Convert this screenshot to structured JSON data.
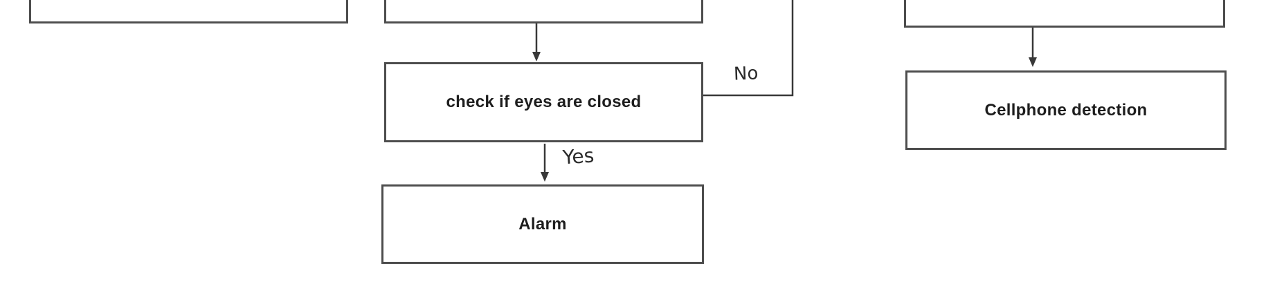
{
  "diagram": {
    "nodes": {
      "check_eyes": {
        "label": "check if eyes are closed"
      },
      "alarm": {
        "label": "Alarm"
      },
      "cellphone": {
        "label": "Cellphone detection"
      }
    },
    "edge_labels": {
      "yes": "Yes",
      "no": "No"
    },
    "colors": {
      "background": "#ffffff",
      "box_fill": "#ffffff",
      "box_border": "#4d4d4d",
      "connector": "#383838",
      "label_text": "#1d1d1d",
      "handwritten_text": "#2a2a2a"
    }
  }
}
